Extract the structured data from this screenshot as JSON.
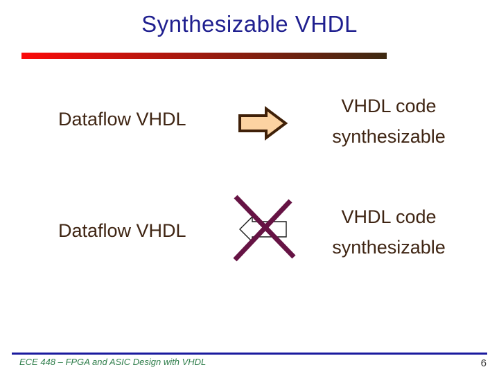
{
  "slide": {
    "title": "Synthesizable VHDL",
    "rows": [
      {
        "left_label": "Dataflow VHDL",
        "icon": "block-arrow-right",
        "right_line1": "VHDL code",
        "right_line2": "synthesizable"
      },
      {
        "left_label": "Dataflow VHDL",
        "icon": "outline-arrow-left-crossed-out",
        "right_line1": "VHDL code",
        "right_line2": "synthesizable"
      }
    ],
    "footer": {
      "course": "ECE 448 – FPGA and ASIC Design with VHDL",
      "page_number": "6"
    },
    "colors": {
      "title": "#1f1f8f",
      "body_text": "#3f2513",
      "arrow_fill": "#fcd3a2",
      "arrow_stroke": "#3f2008",
      "outline_arrow_stroke": "#1a1a1a",
      "cross": "#661344",
      "footer_text": "#2e7d4a",
      "footer_rule": "#1a1a9e",
      "bar_start": "#fb0a0a",
      "bar_end": "#3d2a12",
      "page_number": "#3c3c3c"
    }
  }
}
